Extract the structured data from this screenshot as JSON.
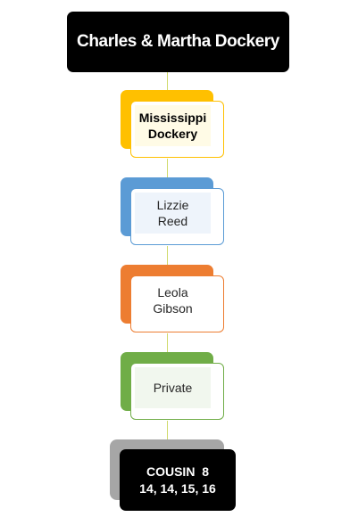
{
  "diagram": {
    "root": {
      "label": "Charles & Martha Dockery"
    },
    "nodes": [
      {
        "label_line1": "Mississippi",
        "label_line2": "Dockery",
        "color": "#ffc000"
      },
      {
        "label_line1": "Lizzie",
        "label_line2": "Reed",
        "color": "#5b9bd5"
      },
      {
        "label_line1": "Leola",
        "label_line2": "Gibson",
        "color": "#ed7d31"
      },
      {
        "label_line1": "Private",
        "color": "#70ad47"
      }
    ],
    "final": {
      "line1": "COUSIN  8",
      "line2": "14, 14, 15, 16",
      "color": "#000000",
      "shadow_color": "#a6a6a6"
    },
    "connector_color": "#cfd96a"
  }
}
